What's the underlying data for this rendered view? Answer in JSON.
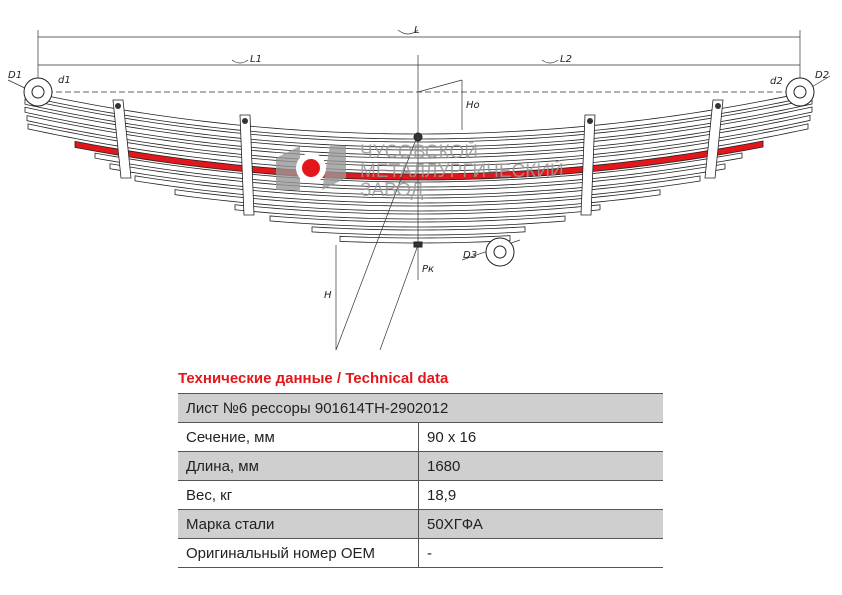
{
  "drawing": {
    "labels": {
      "L": "L",
      "L1": "L1",
      "L2": "L2",
      "D1": "D1",
      "d1": "d1",
      "d2": "d2",
      "D2": "D2",
      "Ho": "Ho",
      "H": "H",
      "Pk": "Pк",
      "D3": "D3"
    },
    "highlight_color": "#e3171b",
    "logo_text": [
      "ЧУСОВСКОЙ",
      "МЕТАЛЛУРГИЧЕСКИЙ",
      "ЗАВОД"
    ]
  },
  "table": {
    "title": "Технические данные / Technical data",
    "header": "Лист №6 рессоры 901614ТН-2902012",
    "rows": [
      {
        "label": "Сечение, мм",
        "value": "90 x 16"
      },
      {
        "label": "Длина, мм",
        "value": "1680"
      },
      {
        "label": "Вес, кг",
        "value": "18,9"
      },
      {
        "label": "Марка стали",
        "value": "50ХГФА"
      },
      {
        "label": "Оригинальный номер OEM",
        "value": "-"
      }
    ]
  }
}
